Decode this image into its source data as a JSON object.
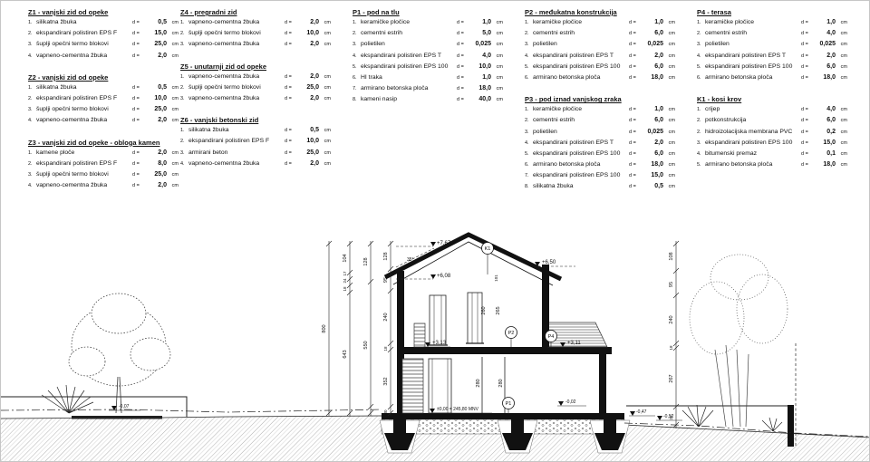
{
  "legend": {
    "d_label": "d =",
    "unit": "cm",
    "sections": [
      {
        "id": "Z1",
        "title": "Z1 - vanjski zid od opeke",
        "items": [
          {
            "n": "1.",
            "name": "silikatna žbuka",
            "value": "0,5"
          },
          {
            "n": "2.",
            "name": "ekspandirani polistiren EPS F",
            "value": "15,0"
          },
          {
            "n": "3.",
            "name": "šuplji opečni termo blokovi",
            "value": "25,0"
          },
          {
            "n": "4.",
            "name": "vapneno-cementna žbuka",
            "value": "2,0"
          }
        ]
      },
      {
        "id": "Z2",
        "title": "Z2 - vanjski zid od opeke",
        "items": [
          {
            "n": "1.",
            "name": "silikatna žbuka",
            "value": "0,5"
          },
          {
            "n": "2.",
            "name": "ekspandirani polistiren EPS F",
            "value": "10,0"
          },
          {
            "n": "3.",
            "name": "šuplji opečni termo blokovi",
            "value": "25,0"
          },
          {
            "n": "4.",
            "name": "vapneno-cementna žbuka",
            "value": "2,0"
          }
        ]
      },
      {
        "id": "Z3",
        "title": "Z3 - vanjski zid od opeke - obloga kamen",
        "items": [
          {
            "n": "1.",
            "name": "kamene ploče",
            "value": "2,0"
          },
          {
            "n": "2.",
            "name": "ekspandirani polistiren EPS F",
            "value": "8,0"
          },
          {
            "n": "3.",
            "name": "šuplji opečni termo blokovi",
            "value": "25,0"
          },
          {
            "n": "4.",
            "name": "vapneno-cementna žbuka",
            "value": "2,0"
          }
        ]
      },
      {
        "id": "Z4",
        "title": "Z4 - pregradni zid",
        "items": [
          {
            "n": "1.",
            "name": "vapneno-cementna žbuka",
            "value": "2,0"
          },
          {
            "n": "2.",
            "name": "šuplji opečni termo blokovi",
            "value": "10,0"
          },
          {
            "n": "3.",
            "name": "vapneno-cementna žbuka",
            "value": "2,0"
          }
        ]
      },
      {
        "id": "Z5",
        "title": "Z5 - unutarnji zid od opeke",
        "items": [
          {
            "n": "1.",
            "name": "vapneno-cementna žbuka",
            "value": "2,0"
          },
          {
            "n": "2.",
            "name": "šuplji opečni termo blokovi",
            "value": "25,0"
          },
          {
            "n": "3.",
            "name": "vapneno-cementna žbuka",
            "value": "2,0"
          }
        ]
      },
      {
        "id": "Z6",
        "title": "Z6 - vanjski betonski zid",
        "items": [
          {
            "n": "1.",
            "name": "silikatna žbuka",
            "value": "0,5"
          },
          {
            "n": "2.",
            "name": "ekspandirani polistiren EPS F",
            "value": "10,0"
          },
          {
            "n": "3.",
            "name": "armirani beton",
            "value": "25,0"
          },
          {
            "n": "4.",
            "name": "vapneno-cementna žbuka",
            "value": "2,0"
          }
        ]
      },
      {
        "id": "P1",
        "title": "P1 - pod na tlu",
        "items": [
          {
            "n": "1.",
            "name": "keramičke pločice",
            "value": "1,0"
          },
          {
            "n": "2.",
            "name": "cementni estrih",
            "value": "5,0"
          },
          {
            "n": "3.",
            "name": "polietilen",
            "value": "0,025"
          },
          {
            "n": "4.",
            "name": "ekspandirani polistiren EPS T",
            "value": "4,0"
          },
          {
            "n": "5.",
            "name": "ekspandirani polistiren EPS 100",
            "value": "10,0"
          },
          {
            "n": "6.",
            "name": "HI traka",
            "value": "1,0"
          },
          {
            "n": "7.",
            "name": "armirano betonska ploča",
            "value": "18,0"
          },
          {
            "n": "8.",
            "name": "kameni nasip",
            "value": "40,0"
          }
        ]
      },
      {
        "id": "P2",
        "title": "P2 - međukatna konstrukcija",
        "items": [
          {
            "n": "1.",
            "name": "keramičke pločice",
            "value": "1,0"
          },
          {
            "n": "2.",
            "name": "cementni estrih",
            "value": "6,0"
          },
          {
            "n": "3.",
            "name": "polietilen",
            "value": "0,025"
          },
          {
            "n": "4.",
            "name": "ekspandirani polistiren EPS T",
            "value": "2,0"
          },
          {
            "n": "5.",
            "name": "ekspandirani polistiren EPS 100",
            "value": "6,0"
          },
          {
            "n": "6.",
            "name": "armirano betonska ploča",
            "value": "18,0"
          }
        ]
      },
      {
        "id": "P3",
        "title": "P3 - pod iznad vanjskog zraka",
        "items": [
          {
            "n": "1.",
            "name": "keramičke pločice",
            "value": "1,0"
          },
          {
            "n": "2.",
            "name": "cementni estrih",
            "value": "6,0"
          },
          {
            "n": "3.",
            "name": "polietilen",
            "value": "0,025"
          },
          {
            "n": "4.",
            "name": "ekspandirani polistiren EPS T",
            "value": "2,0"
          },
          {
            "n": "5.",
            "name": "ekspandirani polistiren EPS 100",
            "value": "6,0"
          },
          {
            "n": "6.",
            "name": "armirano betonska ploča",
            "value": "18,0"
          },
          {
            "n": "7.",
            "name": "ekspandirani polistiren EPS 100",
            "value": "15,0"
          },
          {
            "n": "8.",
            "name": "silikatna žbuka",
            "value": "0,5"
          }
        ]
      },
      {
        "id": "P4",
        "title": "P4 - terasa",
        "items": [
          {
            "n": "1.",
            "name": "keramičke pločice",
            "value": "1,0"
          },
          {
            "n": "2.",
            "name": "cementni estrih",
            "value": "4,0"
          },
          {
            "n": "3.",
            "name": "polietilen",
            "value": "0,025"
          },
          {
            "n": "4.",
            "name": "ekspandirani polistiren EPS T",
            "value": "2,0"
          },
          {
            "n": "5.",
            "name": "ekspandirani polistiren EPS 100",
            "value": "6,0"
          },
          {
            "n": "6.",
            "name": "armirano betonska ploča",
            "value": "18,0"
          }
        ]
      },
      {
        "id": "K1",
        "title": "K1 - kosi krov",
        "items": [
          {
            "n": "1.",
            "name": "crijep",
            "value": "4,0"
          },
          {
            "n": "2.",
            "name": "potkonstrukcija",
            "value": "6,0"
          },
          {
            "n": "2.",
            "name": "hidroizolacijska membrana PVC",
            "value": "0,2"
          },
          {
            "n": "3.",
            "name": "ekspandirani polistiren EPS 100",
            "value": "15,0"
          },
          {
            "n": "4.",
            "name": "bitumenski premaz",
            "value": "0,1"
          },
          {
            "n": "5.",
            "name": "armirano betonska ploča",
            "value": "18,0"
          }
        ]
      }
    ]
  },
  "drawing": {
    "angle_label": "35°",
    "elev": {
      "ridge": "+7,67",
      "eave": "+6,08",
      "right": "+6,50",
      "floor1": "+3,13",
      "terrace": "+3,11",
      "ground": "±0,00 = 245,80 MNV",
      "paving": "-0,07",
      "house_right": "-0,02",
      "grade_a": "-0,47",
      "grade_b": "-0,52"
    },
    "markers": {
      "roof": "K1",
      "floor": "P2",
      "terrace": "P4",
      "ground": "P1"
    },
    "dims": {
      "c1": [
        "800"
      ],
      "c2": [
        "104",
        "17",
        "24",
        "18",
        "643"
      ],
      "c3": [
        "128",
        "550"
      ],
      "c4": [
        "128",
        "95",
        "240",
        "18",
        "352",
        "30"
      ],
      "right": [
        "108",
        "95",
        "240",
        "18",
        "267",
        "20"
      ],
      "interior": [
        "101",
        "260",
        "265",
        "280",
        "280"
      ]
    }
  }
}
